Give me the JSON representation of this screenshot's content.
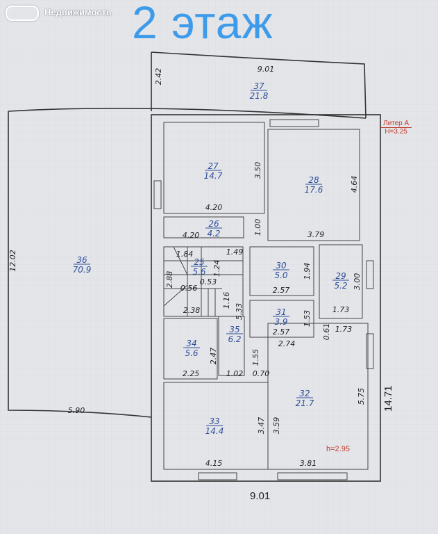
{
  "watermark": "Недвижимость",
  "title": "2 этаж",
  "liter": {
    "name": "Литер А",
    "height": "H=3.25"
  },
  "room_height_note": "h=2.95",
  "overall": {
    "width": "9.01",
    "depth": "14.71"
  },
  "rooms": [
    {
      "number": "37",
      "area": "21.8"
    },
    {
      "number": "27",
      "area": "14.7"
    },
    {
      "number": "28",
      "area": "17.6"
    },
    {
      "number": "26",
      "area": "4.2"
    },
    {
      "number": "36",
      "area": "70.9"
    },
    {
      "number": "25",
      "area": "5.6"
    },
    {
      "number": "30",
      "area": "5.0"
    },
    {
      "number": "29",
      "area": "5.2"
    },
    {
      "number": "31",
      "area": "3.9"
    },
    {
      "number": "35",
      "area": "6.2"
    },
    {
      "number": "34",
      "area": "5.6"
    },
    {
      "number": "32",
      "area": "21.7"
    },
    {
      "number": "33",
      "area": "14.4"
    }
  ],
  "dimensions": [
    "9.01",
    "2.42",
    "3.50",
    "4.20",
    "4.64",
    "4.20",
    "1.00",
    "3.79",
    "12.02",
    "1.84",
    "1.24",
    "1.49",
    "2.88",
    "0.53",
    "0.56",
    "1.16",
    "2.38",
    "5.33",
    "1.94",
    "2.57",
    "3.00",
    "1.53",
    "2.57",
    "1.73",
    "0.61",
    "1.73",
    "2.74",
    "2.47",
    "2.25",
    "1.02",
    "1.55",
    "0.70",
    "5.75",
    "5.90",
    "3.47",
    "3.59",
    "4.15",
    "3.81"
  ]
}
